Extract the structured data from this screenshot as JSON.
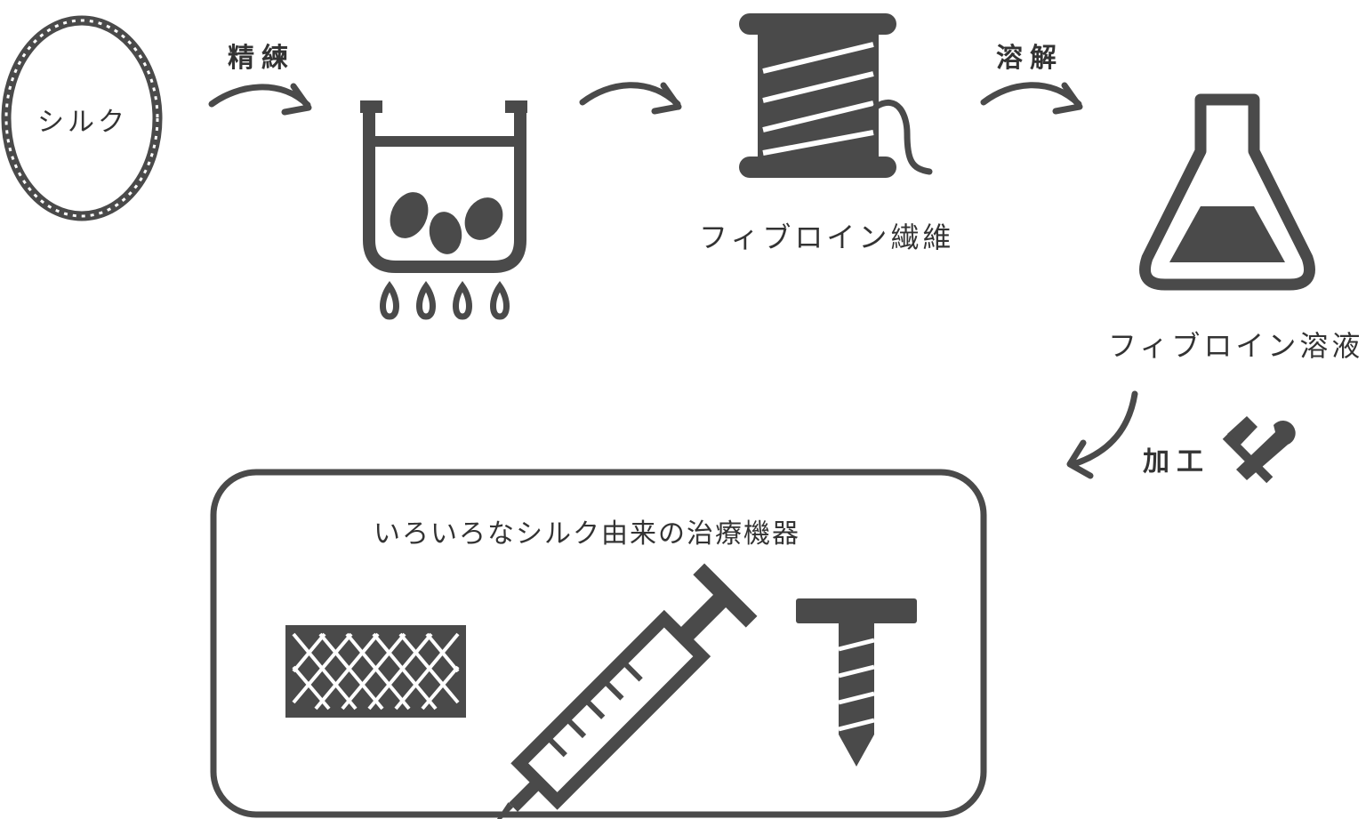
{
  "nodes": {
    "silk": "シルク",
    "fibroin_fiber": "フィブロイン繊維",
    "fibroin_solution": "フィブロイン溶液"
  },
  "steps": {
    "degumming": "精練",
    "dissolve": "溶解",
    "process": "加工"
  },
  "devices_box": {
    "title": "いろいろなシルク由来の治療機器"
  },
  "icons": {
    "boiling_pot": "boiling-pot-icon",
    "thread_spool": "thread-spool-icon",
    "flask": "erlenmeyer-flask-icon",
    "tools": "hammer-wrench-icon",
    "mesh": "mesh-sheet-icon",
    "syringe": "syringe-icon",
    "screw": "screw-icon"
  },
  "colors": {
    "ink": "#4a4a4a"
  }
}
